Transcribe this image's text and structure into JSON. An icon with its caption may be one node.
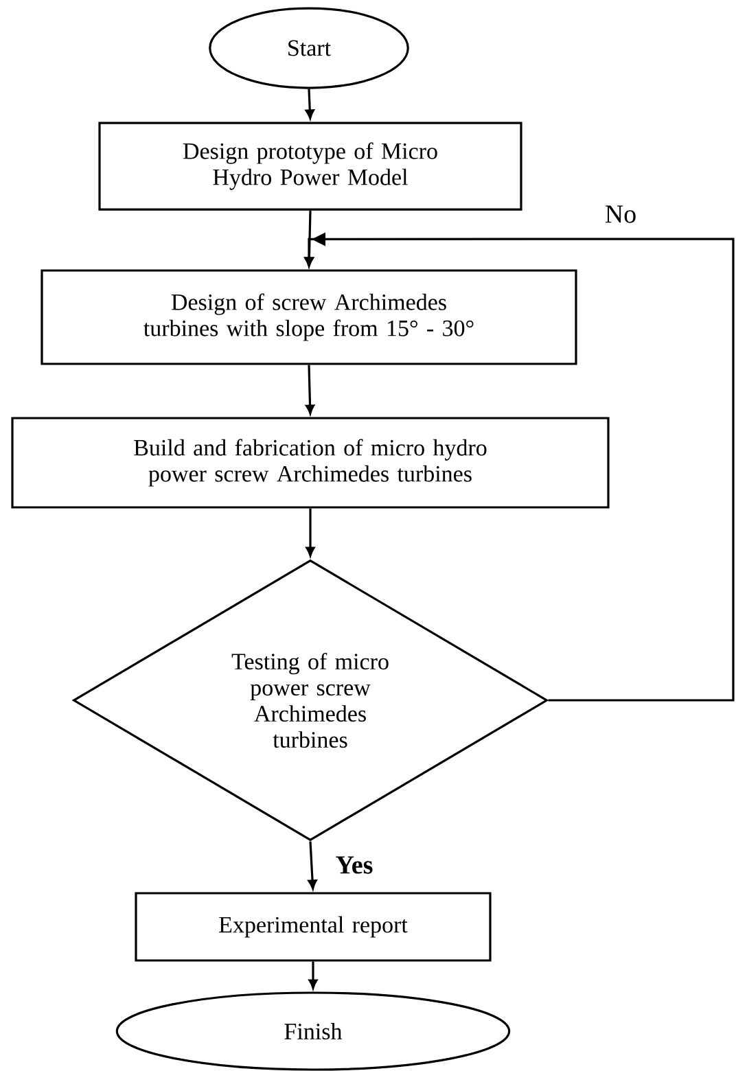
{
  "diagram": {
    "nodes": [
      {
        "text": [
          "Start"
        ]
      },
      {
        "text": [
          "Design prototype of Micro Hydro Power Model"
        ]
      },
      {
        "text": [
          "Design of screw Archimedes turbines with slope from 15° - 30°"
        ]
      },
      {
        "text": [
          "Build and fabrication of micro hydro power screw Archimedes turbines"
        ]
      },
      {
        "text": [
          "Testing of micro power screw Archimedes turbines"
        ]
      },
      {
        "text": [
          "Experimental report"
        ]
      },
      {
        "text": [
          "Finish"
        ]
      }
    ],
    "edges": [
      {
        "from": 0,
        "to": 1,
        "arrow": "to"
      },
      {
        "from": 1,
        "to": 2,
        "arrow": "to"
      },
      {
        "from": 2,
        "to": 3,
        "arrow": "to"
      },
      {
        "from": 3,
        "to": 4,
        "arrow": "to"
      },
      {
        "from": 4,
        "to": 5,
        "arrow": "to",
        "label": "**Yes**"
      },
      {
        "from": 4,
        "to": 2,
        "arrow": "to",
        "label": "No"
      },
      {
        "from": 5,
        "to": 6,
        "arrow": "to"
      }
    ]
  }
}
